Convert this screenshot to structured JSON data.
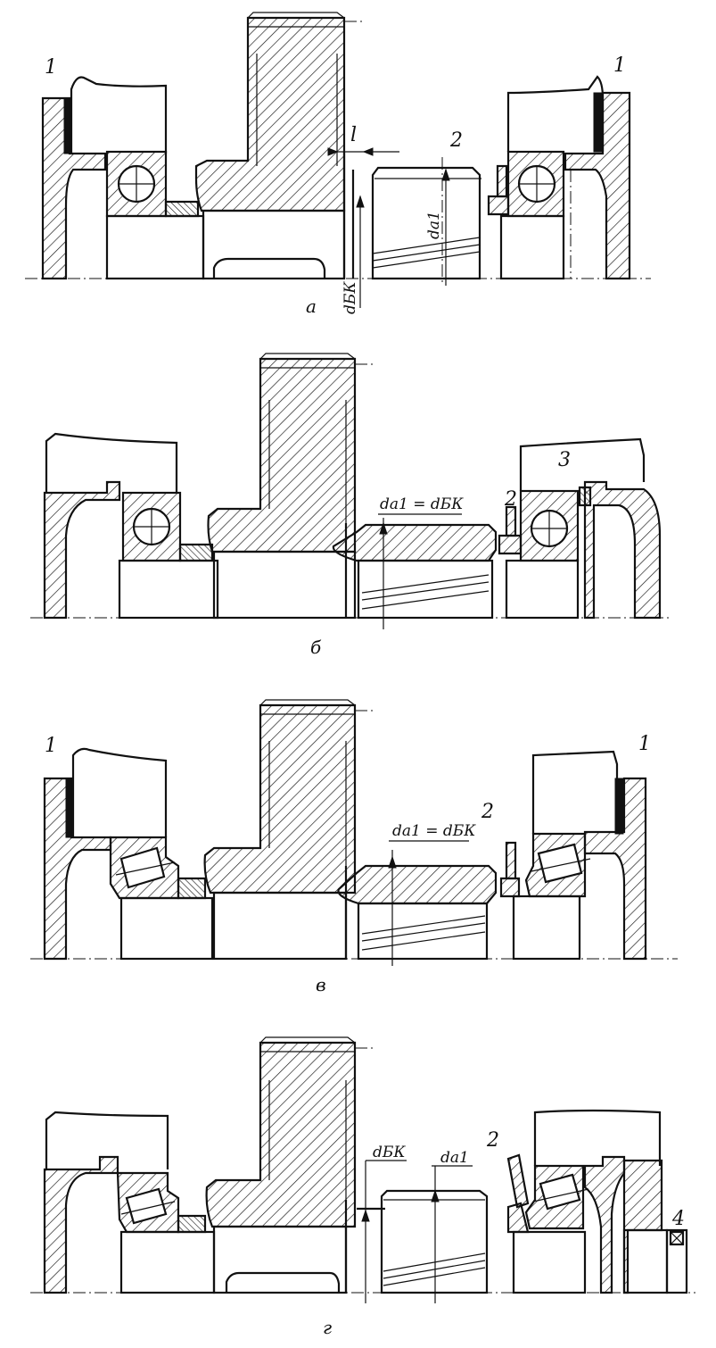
{
  "panels": [
    {
      "caption": "а",
      "callouts": [
        "1",
        "1",
        "2"
      ],
      "dims": {
        "gap": "l",
        "bore": "dБК",
        "tip": "da1"
      }
    },
    {
      "caption": "б",
      "callouts": [
        "2",
        "3"
      ],
      "dims": {
        "equality": "da1 = dБК"
      }
    },
    {
      "caption": "в",
      "callouts": [
        "1",
        "1",
        "2"
      ],
      "dims": {
        "equality": "da1 = dБК"
      }
    },
    {
      "caption": "г",
      "callouts": [
        "2",
        "4"
      ],
      "dims": {
        "bore": "dБК",
        "tip": "da1"
      }
    }
  ]
}
